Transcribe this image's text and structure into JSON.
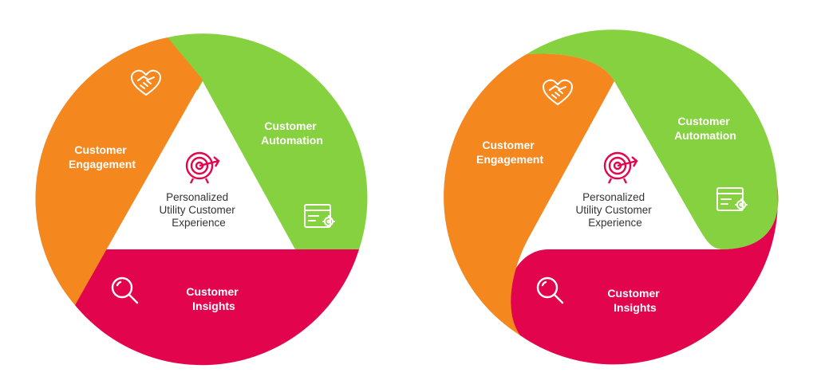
{
  "colors": {
    "engagement": "#f5871f",
    "automation": "#86d13f",
    "insights": "#e2054e",
    "center": "#ffffff",
    "target": "#e2054e",
    "center_text": "#333333"
  },
  "icons": {
    "engagement": "handshake-heart-icon",
    "automation": "browser-gear-icon",
    "insights": "magnifier-icon",
    "center": "target-arrow-icon"
  },
  "diagrams": [
    {
      "segments": {
        "engagement": [
          "Customer",
          "Engagement"
        ],
        "automation": [
          "Customer",
          "Automation"
        ],
        "insights": [
          "Customer",
          "Insights"
        ]
      },
      "center": [
        "Personalized",
        "Utility Customer",
        "Experience"
      ]
    },
    {
      "segments": {
        "engagement": [
          "Customer",
          "Engagement"
        ],
        "automation": [
          "Customer",
          "Automation"
        ],
        "insights": [
          "Customer",
          "Insights"
        ]
      },
      "center": [
        "Personalized",
        "Utility Customer",
        "Experience"
      ]
    }
  ]
}
